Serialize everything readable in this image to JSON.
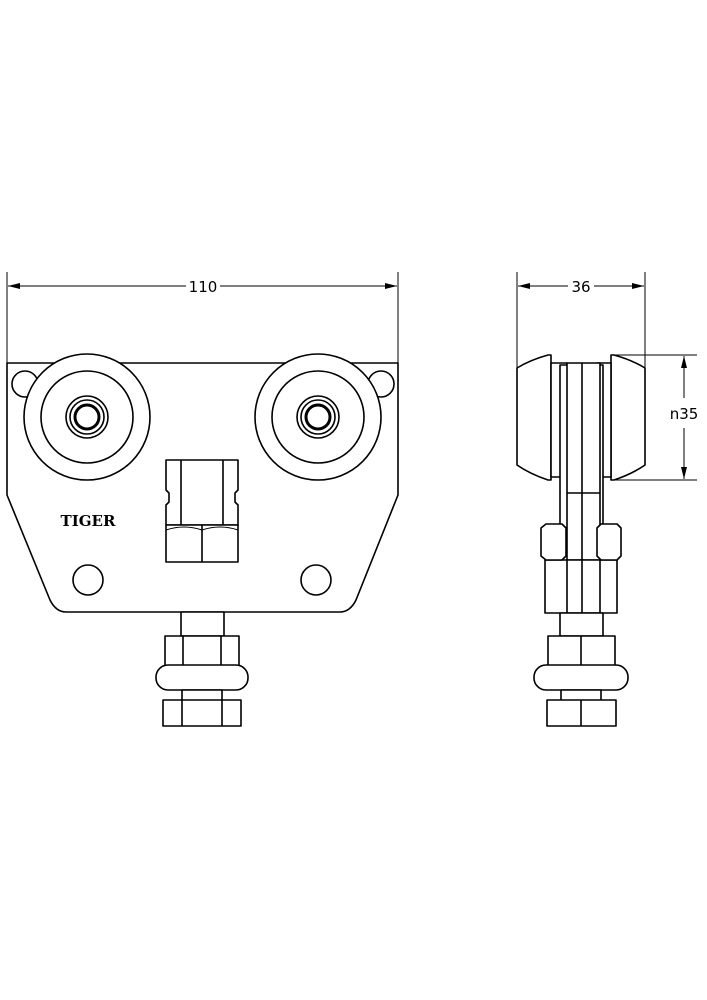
{
  "drawing": {
    "front_view": {
      "width_dimension": "110",
      "logo_text": "TIGER"
    },
    "side_view": {
      "width_dimension": "36",
      "wheel_diameter_dimension": "n35"
    },
    "line_color": "#000000",
    "background_color": "#ffffff"
  }
}
